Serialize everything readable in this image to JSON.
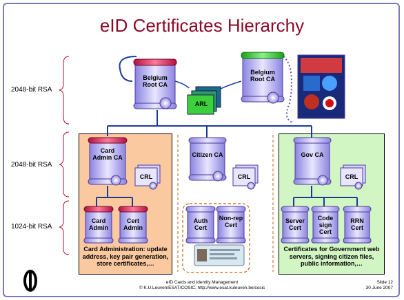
{
  "title": "eID Certificates Hierarchy",
  "rsa_labels": {
    "top": "2048-bit RSA",
    "mid": "2048-bit RSA",
    "bot": "1024-bit RSA"
  },
  "nodes": {
    "root1": "Belgium Root CA",
    "root2": "Belgium Root CA",
    "arl": "ARL",
    "card_admin_ca": "Card Admin CA",
    "card_crl": "CRL",
    "citizen_ca": "Citizen CA",
    "citizen_crl": "CRL",
    "gov_ca": "Gov CA",
    "gov_crl": "CRL",
    "card_admin": "Card Admin",
    "cert_admin": "Cert Admin",
    "auth_cert": "Auth Cert",
    "nonrep_cert": "Non-rep Cert",
    "server_cert": "Server Cert",
    "codesign_cert": "Code sign Cert",
    "rrn_cert": "RRN Cert"
  },
  "descriptions": {
    "card_admin": "Card Administration: update address, key pair generation, store certificates,…",
    "gov": "Certificates for Government web servers, signing citizen files, public information,…"
  },
  "footer": {
    "line1": "eID Cards and Identity Management",
    "line2": "© K.U.Leuven/ESAT/COSIC, http://www.esat.kuleuven.be/cosic",
    "slide": "Slide 12",
    "date": "30 June 2007"
  },
  "colors": {
    "title": "#8b0a2a",
    "frame": "#7a7ab8",
    "orange_box": "#fac9a0",
    "green_box": "#d2f5c4",
    "scroll_blue": "#d8d4ff",
    "scroll_red": "#d83a5a",
    "scroll_green": "#3cd13c",
    "dashed": "#c06010"
  }
}
